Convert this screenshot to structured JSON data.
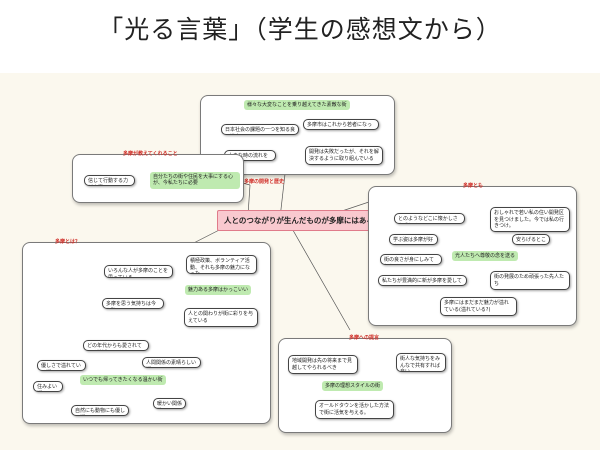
{
  "title": "「光る言葉」（学生の感想文から）",
  "central": "人とのつながりが生んだものが多摩にはある。",
  "groups": {
    "top": {
      "header": "様々な大変なことを乗り越えてきた素敵な街",
      "items": [
        "日本社会の課題の一つを知る良い機会",
        "多摩市はこれから若者になっていく",
        "大きな時の流れを感じた",
        "開発は失敗だったが、それを解決するように取り組んでいる"
      ]
    },
    "left_small": {
      "label": "多摩が教えてくれること",
      "items": [
        "信じて行動する力が大事",
        "自分たちの街や住民を大事にする心が、今私たちに必要"
      ]
    },
    "left_big": {
      "label": "多摩とは？",
      "hub1": "魅力ある多摩はかっこいい",
      "hub1_items": [
        "いろんな人が多摩のことを思っている。",
        "積極政策、ボランティア活動、それも多摩の魅力になった",
        "多摩を思う気持ちは今も強い",
        "人との関わりが街に彩りを与えている"
      ],
      "hub2": "いつでも帰ってきたくなる温かい街",
      "hub2_items": [
        "どの年代からも愛されている地域",
        "人間関係の素晴らしい街",
        "優しさで溢れている街",
        "住みよい街",
        "自然にも動物にも優しい街",
        "暖かい関係性"
      ]
    },
    "right_big": {
      "label": "多摩とも",
      "hub": "光人たちへ尊敬の念を送る",
      "items": [
        "とのようなどこに懐かしさを感じる",
        "おしゃれで若い私の住い開発区を見つけました。今では私の行きつけ。",
        "学ぶ姿は多摩が好き",
        "安らげるところ",
        "街の良さが身にしみてわかる",
        "私たちが豊満的に新が多摩を愛していく",
        "街の発展のため頑張った先人たち",
        "多摩にはまだまだ魅力が溢れている(溢れている?)"
      ]
    },
    "bottom": {
      "label": "多摩への提言",
      "hub": "多摩の理想スタイルの街",
      "items": [
        "地域開発は先の将来まで見越してやられるべき",
        "街人な気持ちをみんなで共有すれば良い",
        "オールドタウンを活かした方法で街に活気を与える。"
      ]
    },
    "mid_label": "多摩の開発と歴史"
  }
}
